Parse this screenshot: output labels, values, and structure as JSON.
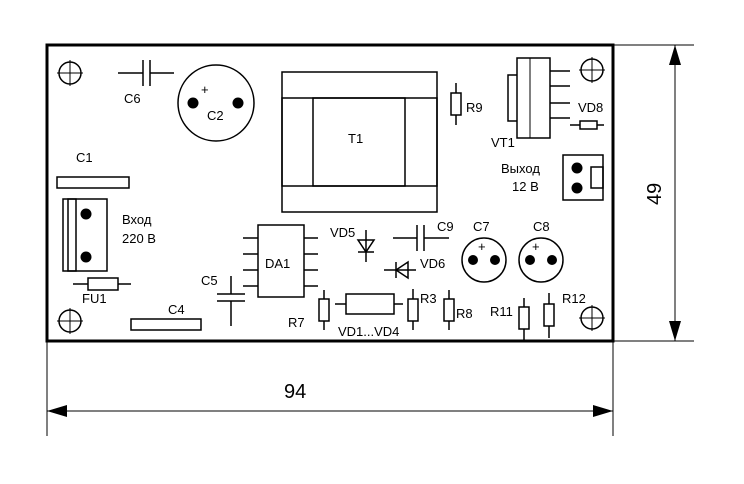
{
  "labels": {
    "c6": "C6",
    "c2": "C2",
    "c2_plus": "+",
    "t1": "T1",
    "r9": "R9",
    "vt1": "VT1",
    "vd8": "VD8",
    "c1": "C1",
    "vhod": "Вход",
    "vhod_v": "220 В",
    "fu1": "FU1",
    "c4": "C4",
    "c5": "C5",
    "da1": "DA1",
    "vd5": "VD5",
    "c9": "C9",
    "vd6": "VD6",
    "c7": "C7",
    "c7_plus": "+",
    "c8": "C8",
    "c8_plus": "+",
    "vyhod": "Выход",
    "vyhod_v": "12 В",
    "r7": "R7",
    "vd1_4": "VD1...VD4",
    "r3": "R3",
    "r8": "R8",
    "r11": "R11",
    "r12": "R12"
  },
  "dimensions": {
    "width": "94",
    "height": "49"
  }
}
